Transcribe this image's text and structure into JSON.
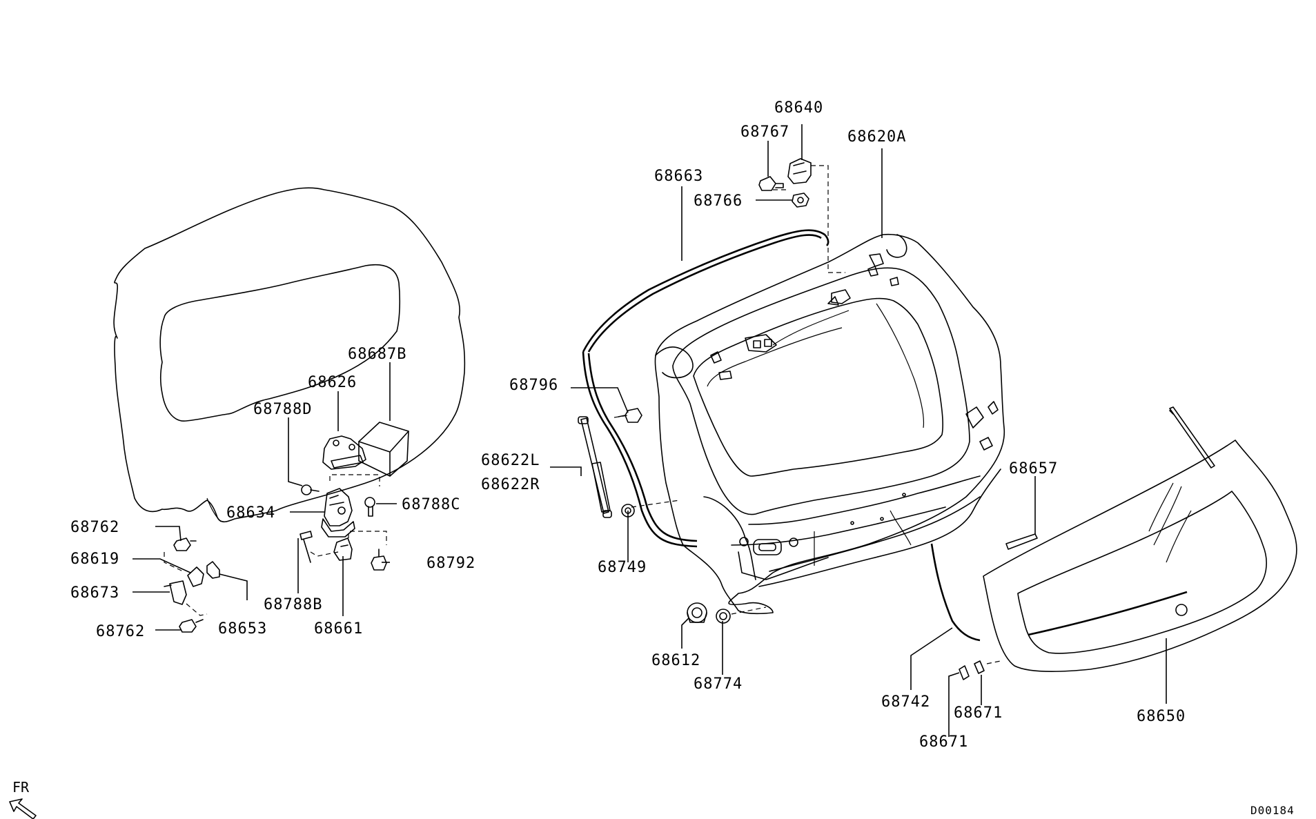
{
  "parts": {
    "p68640": "68640",
    "p68767": "68767",
    "p68620A": "68620A",
    "p68663": "68663",
    "p68766": "68766",
    "p68687B": "68687B",
    "p68626": "68626",
    "p68788D": "68788D",
    "p68796": "68796",
    "p68622L": "68622L",
    "p68622R": "68622R",
    "p68657": "68657",
    "p68788C": "68788C",
    "p68634": "68634",
    "p68762a": "68762",
    "p68619": "68619",
    "p68792": "68792",
    "p68673": "68673",
    "p68749": "68749",
    "p68788B": "68788B",
    "p68653": "68653",
    "p68661": "68661",
    "p68762b": "68762",
    "p68612": "68612",
    "p68774": "68774",
    "p68742": "68742",
    "p68671a": "68671",
    "p68650": "68650",
    "p68671b": "68671"
  },
  "orientation": {
    "label": "FR",
    "icon": "front-direction-arrow-icon"
  },
  "diagram_code": "D00184"
}
